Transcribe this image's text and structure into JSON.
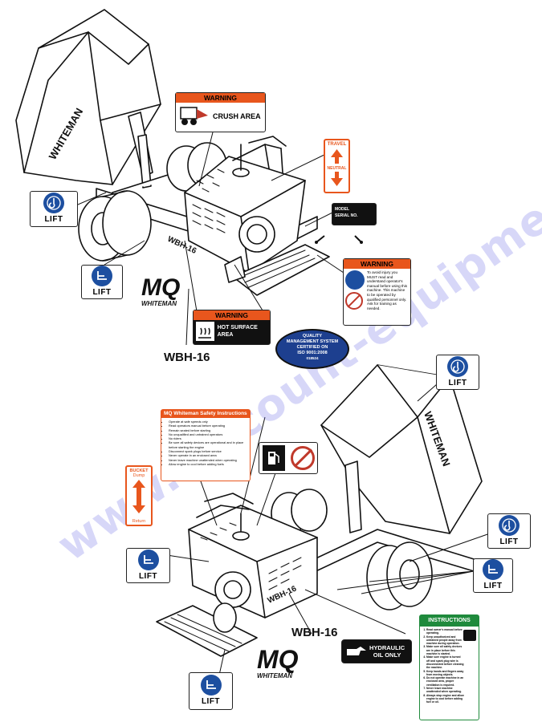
{
  "watermark": "www.discount-equipment.com",
  "top": {
    "model_label": "WBH-16",
    "bucket_brand": "WHITEMAN",
    "lift_label": "LIFT",
    "crush": {
      "header": "WARNING",
      "text": "CRUSH AREA"
    },
    "travel": {
      "top": "TRAVEL",
      "mid": "NEUTRAL"
    },
    "serial": {
      "line1": "MODEL",
      "line2": "SERIAL NO."
    },
    "warning_side": {
      "header": "WARNING",
      "text": "To avoid injury you MUST read and understand operator's manual before using this machine. This machine to be operated by qualified personnel only. Ask for training as needed."
    },
    "hot": {
      "header": "WARNING",
      "text": "HOT SURFACE AREA"
    },
    "quality": {
      "l1": "QUALITY",
      "l2": "MANAGEMENT SYSTEM",
      "l3": "CERTIFIED ON",
      "l4": "ISO 9001:2008",
      "l5": "018524"
    },
    "mq": {
      "logo": "MQ",
      "brand": "WHITEMAN"
    }
  },
  "bottom": {
    "model_label": "WBH-16",
    "bucket_brand": "WHITEMAN",
    "lift_label": "LIFT",
    "safety": {
      "header": "MQ Whiteman Safety Instructions",
      "items": [
        "Operate at safe speeds only",
        "Read operators manual before operating",
        "Remain seated before starting",
        "No unqualified and untrained operators",
        "No riders",
        "Be sure all safety devices are operational and in place before starting the engine",
        "Disconnect spark plugs before service",
        "Never operate in an enclosed area",
        "Never leave machine unattended when operating",
        "Allow engine to cool before adding fuels"
      ]
    },
    "bucket_dir": {
      "top": "BUCKET",
      "top2": "Dump",
      "bottom": "Return"
    },
    "hydraulic": {
      "line1": "HYDRAULIC",
      "line2": "OIL ONLY"
    },
    "instructions": {
      "header": "INSTRUCTIONS",
      "items": [
        "Read owner's manual before operating.",
        "Keep unauthorized and untrained people away from machine during operation.",
        "Make sure all safety devices are in place before this machine is started.",
        "Make sure engine is turned off and spark plug wire is disconnected before cleaning the machine.",
        "Keep hands and fingers away from moving objects.",
        "Do not operate machine in an enclosed area, proper ventilation is required.",
        "Never leave machine unattended when operating.",
        "Always stop engine and allow engine to cool before adding fuel or oil."
      ]
    },
    "mq": {
      "logo": "MQ",
      "brand": "WHITEMAN"
    }
  },
  "colors": {
    "warning_orange": "#e8561d",
    "lift_blue": "#1d4fa0",
    "quality_blue": "#1d3f8f",
    "instructions_green": "#1f8a3c"
  }
}
